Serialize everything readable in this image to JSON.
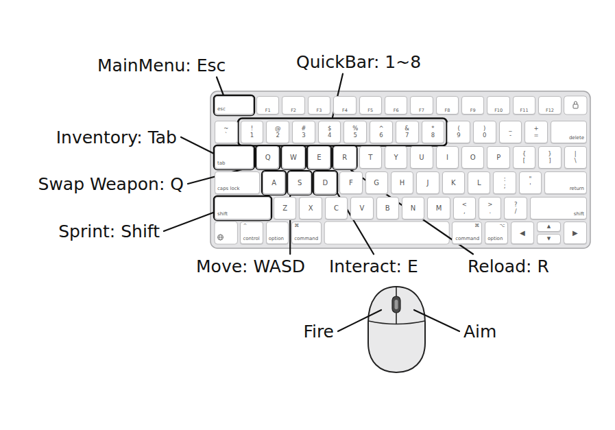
{
  "diagram": {
    "nodes": [
      {
        "text": [
          "esc"
        ]
      },
      {
        "text": [
          "F1"
        ]
      },
      {
        "text": [
          "F2"
        ]
      },
      {
        "text": [
          "F3"
        ]
      },
      {
        "text": [
          "F4"
        ]
      },
      {
        "text": [
          "F5"
        ]
      },
      {
        "text": [
          "F6"
        ]
      },
      {
        "text": [
          "F7"
        ]
      },
      {
        "text": [
          "F8"
        ]
      },
      {
        "text": [
          "F9"
        ]
      },
      {
        "text": [
          "F10"
        ]
      },
      {
        "text": [
          "F11"
        ]
      },
      {
        "text": [
          "F12"
        ]
      },
      {
        "text": [
          "~",
          "`"
        ]
      },
      {
        "text": [
          "!",
          "1"
        ]
      },
      {
        "text": [
          "@",
          "2"
        ]
      },
      {
        "text": [
          "#",
          "3"
        ]
      },
      {
        "text": [
          "$",
          "4"
        ]
      },
      {
        "text": [
          "%",
          "5"
        ]
      },
      {
        "text": [
          "^",
          "6"
        ]
      },
      {
        "text": [
          "&",
          "7"
        ]
      },
      {
        "text": [
          "*",
          "8"
        ]
      },
      {
        "text": [
          "(",
          "9"
        ]
      },
      {
        "text": [
          ")",
          "0"
        ]
      },
      {
        "text": [
          "_",
          "-"
        ]
      },
      {
        "text": [
          "+",
          "="
        ]
      },
      {
        "text": [
          "delete"
        ]
      },
      {
        "text": [
          "tab"
        ]
      },
      {
        "text": [
          "Q"
        ]
      },
      {
        "text": [
          "W"
        ]
      },
      {
        "text": [
          "E"
        ]
      },
      {
        "text": [
          "R"
        ]
      },
      {
        "text": [
          "T"
        ]
      },
      {
        "text": [
          "Y"
        ]
      },
      {
        "text": [
          "U"
        ]
      },
      {
        "text": [
          "I"
        ]
      },
      {
        "text": [
          "O"
        ]
      },
      {
        "text": [
          "P"
        ]
      },
      {
        "text": [
          "{",
          "["
        ]
      },
      {
        "text": [
          "}",
          "]"
        ]
      },
      {
        "text": [
          "|",
          "\\"
        ]
      },
      {
        "text": [
          "caps lock"
        ]
      },
      {
        "text": [
          "A"
        ]
      },
      {
        "text": [
          "S"
        ]
      },
      {
        "text": [
          "D"
        ]
      },
      {
        "text": [
          "F"
        ]
      },
      {
        "text": [
          "G"
        ]
      },
      {
        "text": [
          "H"
        ]
      },
      {
        "text": [
          "J"
        ]
      },
      {
        "text": [
          "K"
        ]
      },
      {
        "text": [
          "L"
        ]
      },
      {
        "text": [
          ":",
          ";"
        ]
      },
      {
        "text": [
          "\"",
          "'"
        ]
      },
      {
        "text": [
          "return"
        ]
      },
      {
        "text": [
          "shift"
        ]
      },
      {
        "text": [
          "Z"
        ]
      },
      {
        "text": [
          "X"
        ]
      },
      {
        "text": [
          "C"
        ]
      },
      {
        "text": [
          "V"
        ]
      },
      {
        "text": [
          "B"
        ]
      },
      {
        "text": [
          "N"
        ]
      },
      {
        "text": [
          "M"
        ]
      },
      {
        "text": [
          "<",
          ","
        ]
      },
      {
        "text": [
          ">",
          "."
        ]
      },
      {
        "text": [
          "?",
          "/"
        ]
      },
      {
        "text": [
          "shift"
        ]
      },
      {
        "text": [
          "^",
          "control"
        ]
      },
      {
        "text": [
          "option"
        ]
      },
      {
        "text": [
          "⌘",
          "command"
        ]
      },
      {
        "text": [
          "⌘",
          "command"
        ]
      },
      {
        "text": [
          "⌥",
          "option"
        ]
      },
      {
        "text": [
          "◀"
        ]
      },
      {
        "text": [
          "▲"
        ]
      },
      {
        "text": [
          "▼"
        ]
      },
      {
        "text": [
          "▶"
        ]
      }
    ],
    "labels": [
      "MainMenu: Esc",
      "QuickBar: 1~8",
      "Inventory: Tab",
      "Swap Weapon: Q",
      "Sprint: Shift",
      "Move: WASD",
      "Interact: E",
      "Reload: R",
      "Fire",
      "Aim"
    ]
  }
}
